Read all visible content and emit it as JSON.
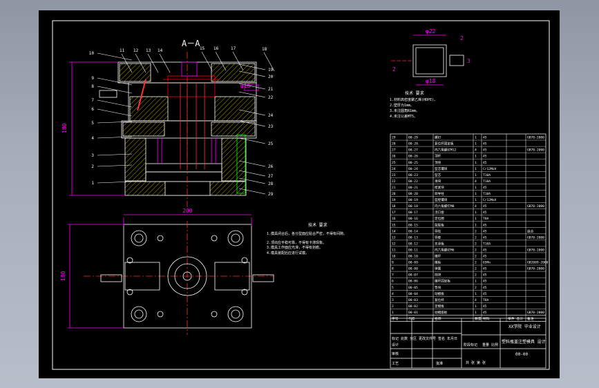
{
  "section_label": "A－A",
  "part_numbers": [
    "1",
    "2",
    "3",
    "4",
    "5",
    "6",
    "7",
    "8",
    "9",
    "10",
    "11",
    "12",
    "13",
    "14",
    "15",
    "16",
    "17",
    "18",
    "19",
    "20",
    "21",
    "22",
    "23",
    "24",
    "25",
    "26",
    "27",
    "28",
    "29"
  ],
  "dimensions": {
    "height_main": "180",
    "width_plan": "200",
    "height_plan": "180",
    "phi22": "φ22",
    "phi18": "φ18",
    "phi18_section": "φ18",
    "d2": "2",
    "d3": "3",
    "d2b": "2"
  },
  "tech_req_top": {
    "heading": "技术 要求",
    "lines": [
      "1.材料高密度聚乙烯(HDPE)。",
      "2.壁厚为1mm。",
      "3.未注圆角R1mm。",
      "4.未注公差MT5。"
    ]
  },
  "tech_req_mid": {
    "heading": "技术 要求",
    "lines": [
      "1.模具闭合后，各分型面应贴合严密，不得有间隙。",
      "2.顶出应平稳可靠，不得有卡滞现象。",
      "3.模具工作面应光滑，不得有划痕。",
      "4.模具装配后应进行试模。"
    ]
  },
  "bom": [
    {
      "no": "29",
      "code": "00-29",
      "name": "螺钉",
      "qty": "1",
      "mat": "45",
      "note": "GB70-2000"
    },
    {
      "no": "28",
      "code": "00-28",
      "name": "复位杆固定板",
      "qty": "1",
      "mat": "45",
      "note": ""
    },
    {
      "no": "27",
      "code": "00-27",
      "name": "内六角螺钉M12",
      "qty": "4",
      "mat": "45",
      "note": "GB70-2000"
    },
    {
      "no": "26",
      "code": "00-26",
      "name": "顶杆",
      "qty": "1",
      "mat": "45",
      "note": ""
    },
    {
      "no": "25",
      "code": "00-25",
      "name": "顶块",
      "qty": "1",
      "mat": "45",
      "note": ""
    },
    {
      "no": "24",
      "code": "00-24",
      "name": "型芯镶块",
      "qty": "1",
      "mat": "Cr12MoV",
      "note": ""
    },
    {
      "no": "23",
      "code": "00-23",
      "name": "型芯",
      "qty": "1",
      "mat": "T10A",
      "note": ""
    },
    {
      "no": "22",
      "code": "00-22",
      "name": "滑块",
      "qty": "4",
      "mat": "T10A",
      "note": ""
    },
    {
      "no": "21",
      "code": "00-21",
      "name": "楔紧块",
      "qty": "1",
      "mat": "45",
      "note": ""
    },
    {
      "no": "20",
      "code": "00-20",
      "name": "斜导柱",
      "qty": "1",
      "mat": "T10A",
      "note": ""
    },
    {
      "no": "19",
      "code": "00-19",
      "name": "型腔镶块",
      "qty": "1",
      "mat": "Cr12MoV",
      "note": ""
    },
    {
      "no": "18",
      "code": "00-18",
      "name": "内六角螺钉M8",
      "qty": "4",
      "mat": "45",
      "note": "GB70-2000"
    },
    {
      "no": "17",
      "code": "00-17",
      "name": "浇口套",
      "qty": "1",
      "mat": "45",
      "note": ""
    },
    {
      "no": "16",
      "code": "00-16",
      "name": "定位圈",
      "qty": "1",
      "mat": "T8A",
      "note": ""
    },
    {
      "no": "15",
      "code": "00-15",
      "name": "型腔板",
      "qty": "1",
      "mat": "45",
      "note": ""
    },
    {
      "no": "14",
      "code": "00-14",
      "name": "导柱",
      "qty": "2",
      "mat": "45",
      "note": "组合"
    },
    {
      "no": "13",
      "code": "00-13",
      "name": "导套",
      "qty": "2",
      "mat": "45",
      "note": "GB70-2000"
    },
    {
      "no": "12",
      "code": "00-12",
      "name": "支承板",
      "qty": "2",
      "mat": "T10A",
      "note": ""
    },
    {
      "no": "11",
      "code": "00-11",
      "name": "内六角螺钉M6",
      "qty": "2",
      "mat": "45",
      "note": "GB70-2000"
    },
    {
      "no": "10",
      "code": "00-10",
      "name": "推杆",
      "qty": "2",
      "mat": "45",
      "note": ""
    },
    {
      "no": "9",
      "code": "00-09",
      "name": "推板",
      "qty": "2",
      "mat": "65Mn",
      "note": "GB2089-2000"
    },
    {
      "no": "8",
      "code": "00-08",
      "name": "弹簧",
      "qty": "2",
      "mat": "45",
      "note": "GB70-2000"
    },
    {
      "no": "7",
      "code": "00-07",
      "name": "挡块",
      "qty": "2",
      "mat": "45",
      "note": ""
    },
    {
      "no": "6",
      "code": "00-06",
      "name": "推杆固定板",
      "qty": "1",
      "mat": "45",
      "note": ""
    },
    {
      "no": "5",
      "code": "00-05",
      "name": "垫块",
      "qty": "2",
      "mat": "45",
      "note": ""
    },
    {
      "no": "4",
      "code": "00-04",
      "name": "动模板",
      "qty": "1",
      "mat": "45",
      "note": ""
    },
    {
      "no": "3",
      "code": "00-03",
      "name": "复位杆",
      "qty": "4",
      "mat": "T8A",
      "note": ""
    },
    {
      "no": "2",
      "code": "00-02",
      "name": "定模板",
      "qty": "1",
      "mat": "45",
      "note": ""
    },
    {
      "no": "1",
      "code": "00-01",
      "name": "动模座板",
      "qty": "1",
      "mat": "45",
      "note": "GB70-2000"
    }
  ],
  "bom_header": {
    "no": "序号",
    "code": "代号",
    "name": "名称",
    "qty": "数量",
    "mat": "材料",
    "weight": "单件 总计",
    "note": "备注"
  },
  "title_block": {
    "project": "XX学院 毕业设计",
    "drawing_name": "塑料瓶盖注塑模具 设计",
    "drawing_no": "00-00",
    "designer_label": "设计",
    "check_label": "审核",
    "process_label": "工艺",
    "approve_label": "批准",
    "scale_label": "比例",
    "stage_label": "阶段标记",
    "weight_label": "重量",
    "sheet_label": "共 张 第 张",
    "rev_row": "标记 处数 分区 更改文件号 签名 年月日"
  },
  "colors": {
    "background": "#000000",
    "outline": "#ffffff",
    "dimension": "#ff00ff",
    "hatch": "#ffff00",
    "section": "#ff0000",
    "centerline": "#ff3030",
    "parts": "#00ff00",
    "label": "#ffffff"
  }
}
